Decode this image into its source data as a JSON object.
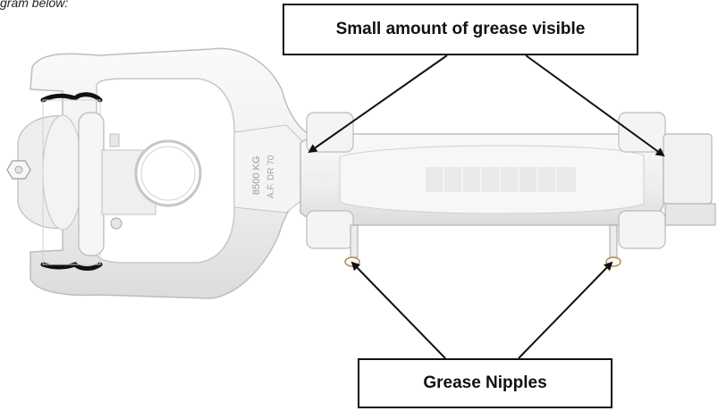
{
  "page": {
    "partial_caption": "gram below:"
  },
  "callouts": {
    "top_label": "Small amount of grease visible",
    "bottom_label": "Grease Nipples"
  },
  "part_markings": {
    "rating": "8500 KG",
    "code": "A.F. DR 70"
  },
  "colors": {
    "body_fill": "#f1f1f1",
    "body_stroke": "#bdbdbd",
    "seal_dark": "#111111",
    "arrow": "#111111"
  }
}
